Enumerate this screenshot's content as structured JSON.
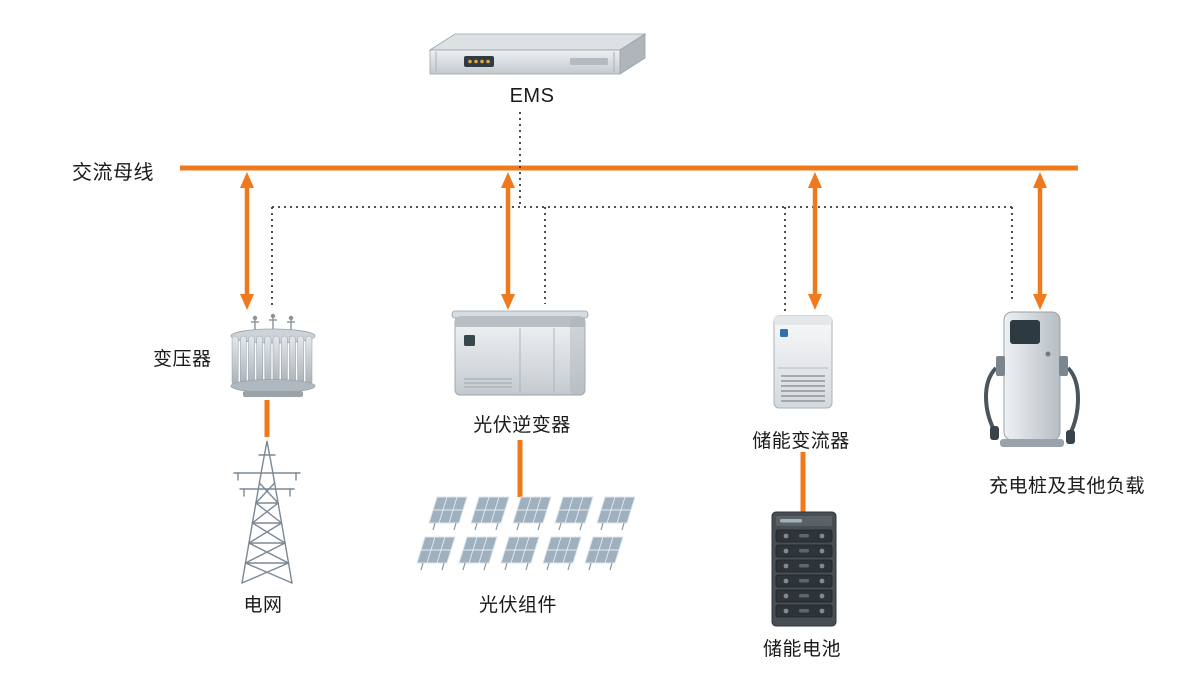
{
  "labels": {
    "ems": "EMS",
    "ac_bus": "交流母线",
    "transformer": "变压器",
    "pv_inverter": "光伏逆变器",
    "storage_converter": "储能变流器",
    "charger_load": "充电桩及其他负载",
    "grid": "电网",
    "pv_modules": "光伏组件",
    "storage_battery": "储能电池"
  },
  "icons": [
    "ems-device-icon",
    "transformer-icon",
    "pv-inverter-icon",
    "storage-converter-icon",
    "ev-charger-icon",
    "grid-tower-icon",
    "pv-array-icon",
    "battery-cabinet-icon"
  ],
  "colors": {
    "accent_orange": "#F0791E",
    "comm_dotted": "#3a3a3a",
    "device_gray": "#c7ccd1",
    "battery_dark": "#474e54"
  }
}
